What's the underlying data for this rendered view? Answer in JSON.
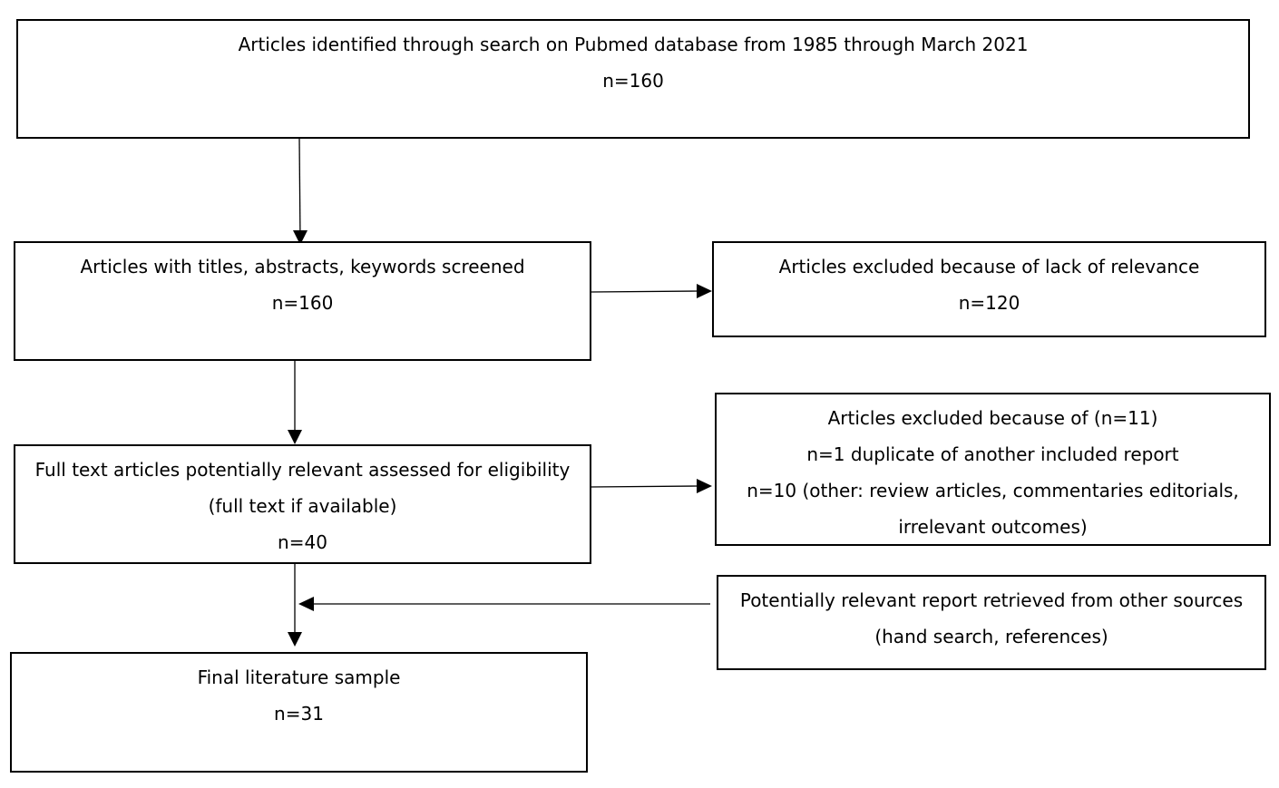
{
  "boxes": {
    "identified": {
      "line1": "Articles identified through search on Pubmed database from 1985 through March 2021",
      "count": "n=160"
    },
    "screened": {
      "line1": "Articles with titles, abstracts, keywords screened",
      "count": "n=160"
    },
    "excluded_relevance": {
      "line1": "Articles excluded because of lack of relevance",
      "count": "n=120"
    },
    "full_text": {
      "line1": "Full text articles potentially relevant assessed for eligibility",
      "line2": "(full text if available)",
      "count": "n=40"
    },
    "excluded_other": {
      "line1": "Articles excluded because of (n=11)",
      "line2": "n=1 duplicate of another included report",
      "line3": "n=10 (other: review articles, commentaries editorials,",
      "line4": "irrelevant outcomes)"
    },
    "other_sources": {
      "line1": "Potentially relevant report retrieved from other sources",
      "line2": "(hand search, references)"
    },
    "final": {
      "line1": "Final literature sample",
      "count": "n=31"
    }
  },
  "colors": {
    "line": "#000000",
    "background": "#ffffff"
  }
}
